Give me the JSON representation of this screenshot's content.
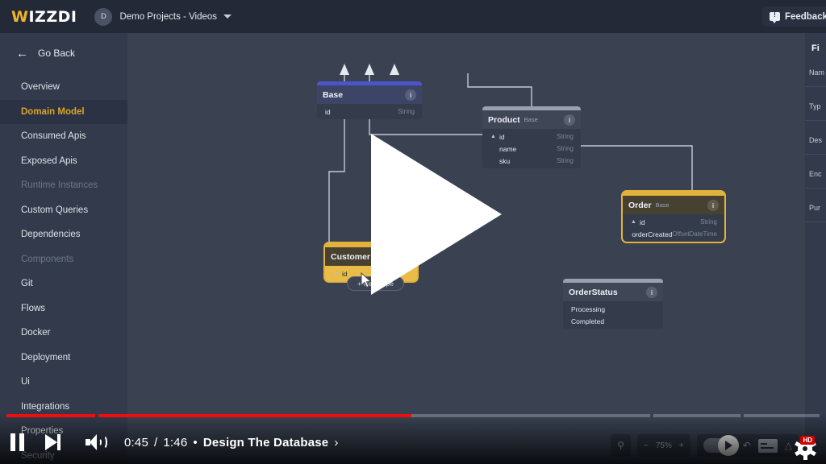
{
  "topbar": {
    "logo_w": "W",
    "logo_rest": "IZZDI",
    "avatar_initial": "D",
    "project_name": "Demo Projects - Videos",
    "feedback_label": "Feedback"
  },
  "sidebar": {
    "go_back": "Go Back",
    "items": [
      {
        "label": "Overview",
        "state": "normal"
      },
      {
        "label": "Domain Model",
        "state": "active"
      },
      {
        "label": "Consumed Apis",
        "state": "normal"
      },
      {
        "label": "Exposed Apis",
        "state": "normal"
      },
      {
        "label": "Runtime Instances",
        "state": "disabled"
      },
      {
        "label": "Custom Queries",
        "state": "normal"
      },
      {
        "label": "Dependencies",
        "state": "normal"
      },
      {
        "label": "Components",
        "state": "disabled"
      },
      {
        "label": "Git",
        "state": "normal"
      },
      {
        "label": "Flows",
        "state": "normal"
      },
      {
        "label": "Docker",
        "state": "normal"
      },
      {
        "label": "Deployment",
        "state": "normal"
      },
      {
        "label": "Ui",
        "state": "normal"
      },
      {
        "label": "Integrations",
        "state": "normal"
      },
      {
        "label": "Properties",
        "state": "normal"
      },
      {
        "label": "Security",
        "state": "normal"
      }
    ]
  },
  "canvas": {
    "nodes": {
      "base": {
        "title": "Base",
        "info_icon": "i",
        "fields": [
          {
            "name": "id",
            "type": "String",
            "key": ""
          }
        ]
      },
      "product": {
        "title": "Product",
        "superclass": "Base",
        "info_icon": "i",
        "fields": [
          {
            "name": "id",
            "type": "String",
            "key": "▲"
          },
          {
            "name": "name",
            "type": "String",
            "key": ""
          },
          {
            "name": "sku",
            "type": "String",
            "key": ""
          }
        ]
      },
      "order": {
        "title": "Order",
        "superclass": "Base",
        "info_icon": "i",
        "fields": [
          {
            "name": "id",
            "type": "String",
            "key": "▲"
          },
          {
            "name": "orderCreated",
            "type": "OffsetDateTime",
            "key": ""
          }
        ]
      },
      "order_status": {
        "title": "OrderStatus",
        "info_icon": "i",
        "values": [
          "Processing",
          "Completed"
        ]
      },
      "customer": {
        "title": "Customer",
        "superclass": "Base",
        "info_icon": "i",
        "fields": [
          {
            "name": "id",
            "type": "",
            "key": "▲"
          }
        ]
      }
    },
    "new_type_button": "+ New Type"
  },
  "inspector": {
    "title": "Fi",
    "labels": [
      "Nam",
      "Typ",
      "Des",
      "Enc",
      "Pur"
    ]
  },
  "app_toolbar": {
    "search_icon": "search-icon",
    "zoom_out": "−",
    "zoom_level": "75%",
    "zoom_in": "+"
  },
  "player": {
    "current_time": "0:45",
    "separator": "/",
    "total_time": "1:46",
    "dot": "•",
    "chapter_title": "Design The Database",
    "chapter_chevron": "›",
    "quality_badge": "HD",
    "progress_percent": 50
  }
}
